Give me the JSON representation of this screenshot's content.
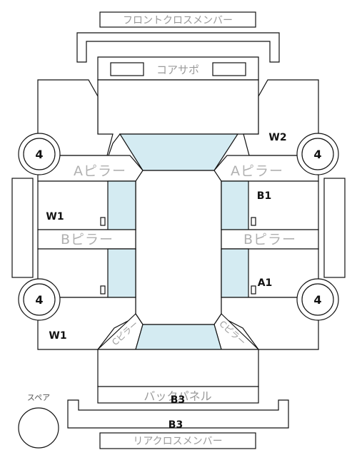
{
  "labels": {
    "front_cross_member": "フロントクロスメンバー",
    "core_support": "コアサポ",
    "a_pillar_left": "Aピラー",
    "a_pillar_right": "Aピラー",
    "b_pillar_left": "Bピラー",
    "b_pillar_right": "Bピラー",
    "back_panel": "バックパネル",
    "rear_cross_member": "リアクロスメンバー",
    "spare": "スペア",
    "c_pillar_left": "Cピラー",
    "c_pillar_right": "Cピラー"
  },
  "tires": {
    "front_left": "4",
    "front_right": "4",
    "rear_left": "4",
    "rear_right": "4"
  },
  "damage_marks": {
    "w2": "W2",
    "b1": "B1",
    "w1_door": "W1",
    "a1": "A1",
    "w1_rear": "W1",
    "b3_back_panel": "B3",
    "b3_rear_cross": "B3"
  },
  "colors": {
    "glass": "#d4ebf2",
    "outline": "#111111",
    "part_label": "#9a9a9a"
  }
}
